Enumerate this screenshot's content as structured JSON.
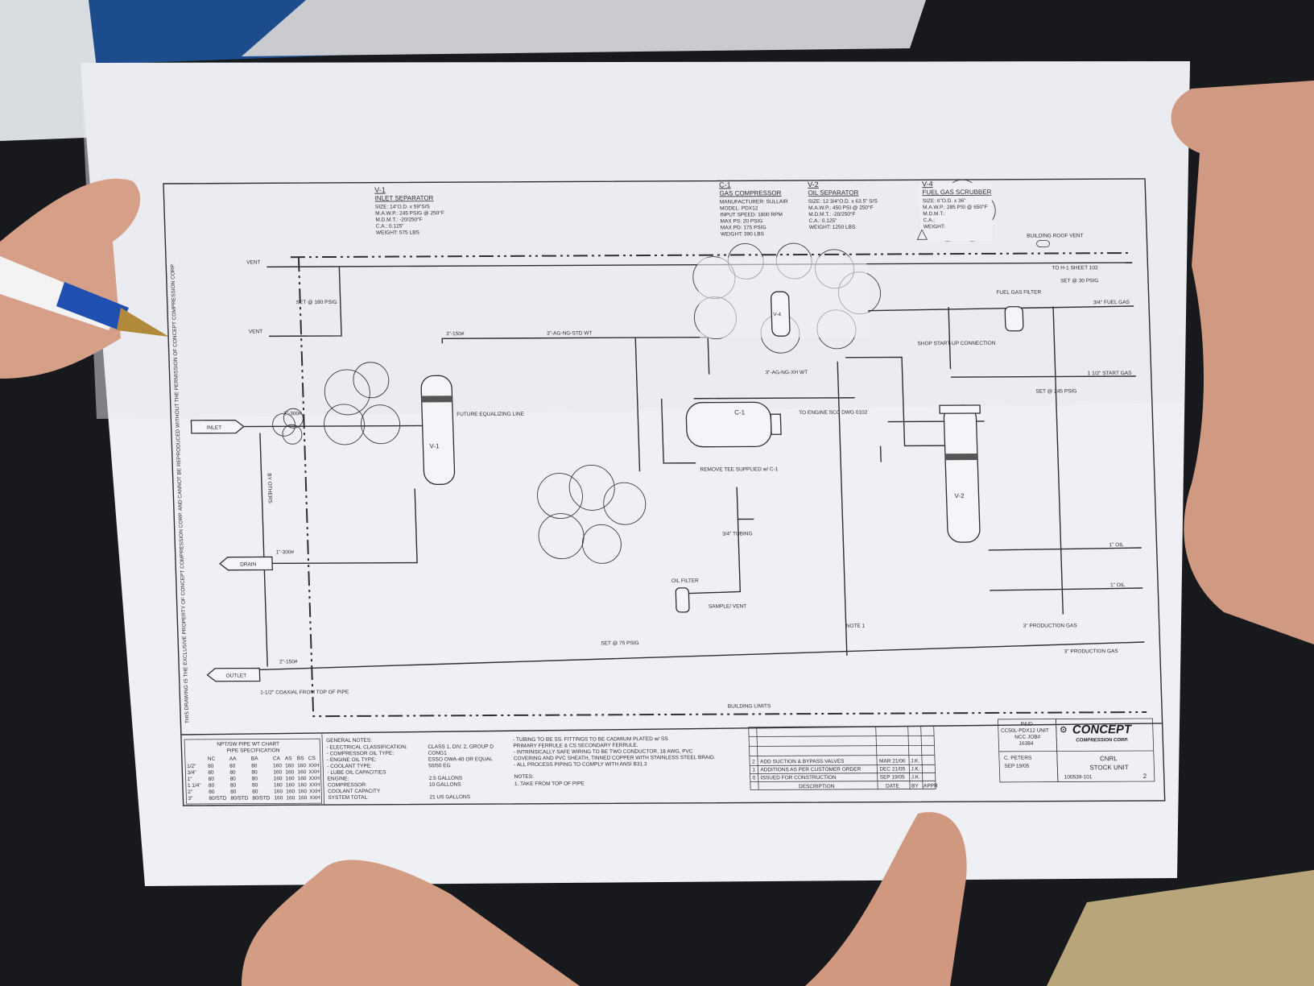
{
  "colors": {
    "background": "#17191c",
    "paper": "#eef0f4",
    "ink": "#2b2e34",
    "skin": "#d6a088",
    "pen_blue": "#1f4fb0"
  },
  "equipment": [
    {
      "tag": "V-1",
      "name": "INLET SEPARATOR",
      "specs": [
        "SIZE: 14\"O.D. x 59\"S/S",
        "M.A.W.P.: 245 PSIG @ 250°F",
        "M.D.M.T.: -20/250°F",
        "C.A.: 0.125\"",
        "WEIGHT: 575 LBS"
      ]
    },
    {
      "tag": "C-1",
      "name": "GAS COMPRESSOR",
      "specs": [
        "MANUFACTURER: SULLAIR",
        "MODEL: PDX12",
        "INPUT SPEED: 1800 RPM",
        "MAX PS: 20 PSIG",
        "MAX PD: 175 PSIG",
        "WEIGHT: 390 LBS"
      ]
    },
    {
      "tag": "V-2",
      "name": "OIL SEPARATOR",
      "specs": [
        "SIZE: 12 3/4\"O.D. x 63.5\" S/S",
        "M.A.W.P.: 450 PSI @ 250°F",
        "M.D.M.T.: -20/250°F",
        "C.A.: 0.125\"",
        "WEIGHT: 1250 LBS"
      ]
    },
    {
      "tag": "V-4",
      "name": "FUEL GAS SCRUBBER",
      "specs": [
        "SIZE: 6\"O.D. x 36\"",
        "M.A.W.P.: 285 PSI @ 650°F",
        "M.D.M.T.:",
        "C.A.:",
        "WEIGHT:"
      ]
    }
  ],
  "labels": {
    "inlet": "INLET",
    "drain": "DRAIN",
    "outlet": "OUTLET",
    "vent": "VENT",
    "vent2": "VENT",
    "building_limits": "BUILDING LIMITS",
    "building_roof_vent": "BUILDING ROOF VENT",
    "fuel_gas_filter": "FUEL GAS FILTER",
    "shop_startup": "SHOP START-UP CONNECTION",
    "fuel_gas": "3/4\" FUEL GAS",
    "start_gas": "1 1/2\" START GAS",
    "production_gas": "3\" PRODUCTION GAS",
    "production_gas2": "3\" PRODUCTION GAS",
    "oil_filter": "OIL FILTER",
    "future_line": "FUTURE EQUALIZING LINE",
    "by_others": "BY OTHERS",
    "to_h1": "TO H-1 SHEET 102",
    "set_30": "SET @ 30 PSIG",
    "set_180": "SET @ 180 PSIG",
    "set_245": "SET @ 245 PSIG",
    "set_75": "SET @ 75 PSIG",
    "coax": "1-1/2\" COAXIAL FROM TOP OF PIPE",
    "inlet_size": "2\"-300#",
    "drain_size": "1\"-300#",
    "outlet_size": "2\"-150#",
    "line_3in": "3\"-AG-NG-STD WT",
    "line_3in_b": "3\"-AG-NG-XH WT",
    "line_150": "3\"-150#",
    "oil_1": "1\" OIL",
    "oil_2": "1\" OIL",
    "to_engine": "TO ENGINE SCC DWG 0102",
    "remove_tee": "REMOVE TEE SUPPLIED w/ C-1",
    "sample_vent": "SAMPLE/ VENT",
    "tubing": "3/4\" TUBING",
    "note1": "NOTE 1"
  },
  "pipe_chart": {
    "title": "NPT/SW PIPE WT CHART",
    "subtitle": "PIPE SPECIFICATION",
    "columns": [
      "NC",
      "AA",
      "BA",
      "CA",
      "AS",
      "BS",
      "CS"
    ],
    "rows": [
      {
        "size": "1/2\"",
        "values": [
          "80",
          "80",
          "80",
          "160",
          "160",
          "160",
          "XXH"
        ]
      },
      {
        "size": "3/4\"",
        "values": [
          "80",
          "80",
          "80",
          "160",
          "160",
          "160",
          "XXH"
        ]
      },
      {
        "size": "1\"",
        "values": [
          "80",
          "80",
          "80",
          "160",
          "160",
          "160",
          "XXH"
        ]
      },
      {
        "size": "1 1/4\"",
        "values": [
          "80",
          "80",
          "80",
          "160",
          "160",
          "160",
          "XXH"
        ]
      },
      {
        "size": "2\"",
        "values": [
          "80",
          "80",
          "80",
          "160",
          "160",
          "160",
          "XXH"
        ]
      },
      {
        "size": "3\"",
        "values": [
          "80/STD",
          "80/STD",
          "80/STD",
          "160",
          "160",
          "160",
          "XXH"
        ]
      }
    ]
  },
  "general_notes": {
    "title": "GENERAL NOTES:",
    "items": [
      {
        "k": "- ELECTRICAL CLASSIFICATION:",
        "v": "CLASS 1, DIV. 2, GROUP D"
      },
      {
        "k": "- COMPRESSOR OIL TYPE:",
        "v": "CONG1"
      },
      {
        "k": "- ENGINE OIL TYPE:",
        "v": "ESSO OWA-40 OR EQUAL"
      },
      {
        "k": "- COOLANT TYPE:",
        "v": "50/50 EG"
      },
      {
        "k": "- LUBE OIL CAPACITIES",
        "v": ""
      },
      {
        "k": "  ENGINE:",
        "v": "2.5 GALLONS"
      },
      {
        "k": "  COMPRESSOR:",
        "v": "10 GALLONS"
      },
      {
        "k": "  COOLANT CAPACITY",
        "v": ""
      },
      {
        "k": "  SYSTEM TOTAL:",
        "v": "21 US GALLONS"
      }
    ],
    "more": [
      "- TUBING TO BE SS.  FITTINGS TO BE CADMIUM PLATED w/ SS",
      "  PRIMARY FERRULE & CS SECONDARY FERRULE.",
      "- INTRINSICALLY SAFE WIRING TO BE TWO CONDUCTOR, 18 AWG, PVC",
      "  COVERING AND PVC SHEATH, TINNED COPPER WITH STAINLESS STEEL BRAID.",
      "- ALL PROCESS PIPING TO COMPLY WITH ANSI B31.3"
    ]
  },
  "notes": {
    "title": "NOTES:",
    "items": [
      "1.  TAKE FROM TOP OF PIPE"
    ]
  },
  "revisions": [
    {
      "no": "2",
      "desc": "ADD SUCTION & BYPASS VALVES",
      "date": "MAR 21/06",
      "by": "J.K."
    },
    {
      "no": "1",
      "desc": "ADDITIONS AS PER CUSTOMER ORDER",
      "date": "DEC 21/05",
      "by": "J.K."
    },
    {
      "no": "0",
      "desc": "ISSUED FOR CONSTRUCTION",
      "date": "SEP 19/05",
      "by": "J.K."
    }
  ],
  "revision_headers": {
    "desc": "DESCRIPTION",
    "date": "DATE",
    "by": "BY",
    "appr": "APPR"
  },
  "title_block": {
    "drawing_type": "P&ID",
    "unit": "CC50L-PDX12 UNIT",
    "job_label": "NCC JOB#",
    "job_no": "16384",
    "drawn_by": "C. PETERS",
    "date": "SEP 19/05",
    "company": "CONCEPT",
    "company_sub": "COMPRESSION CORP.",
    "client": "CNRL",
    "title": "STOCK UNIT",
    "dwg_no": "100539-101",
    "rev": "2"
  },
  "side_note": "THIS DRAWING IS THE EXCLUSIVE PROPERTY OF CONCEPT COMPRESSION CORP. AND CANNOT BE REPRODUCED WITHOUT THE PERMISSION OF CONCEPT COMPRESSION CORP."
}
